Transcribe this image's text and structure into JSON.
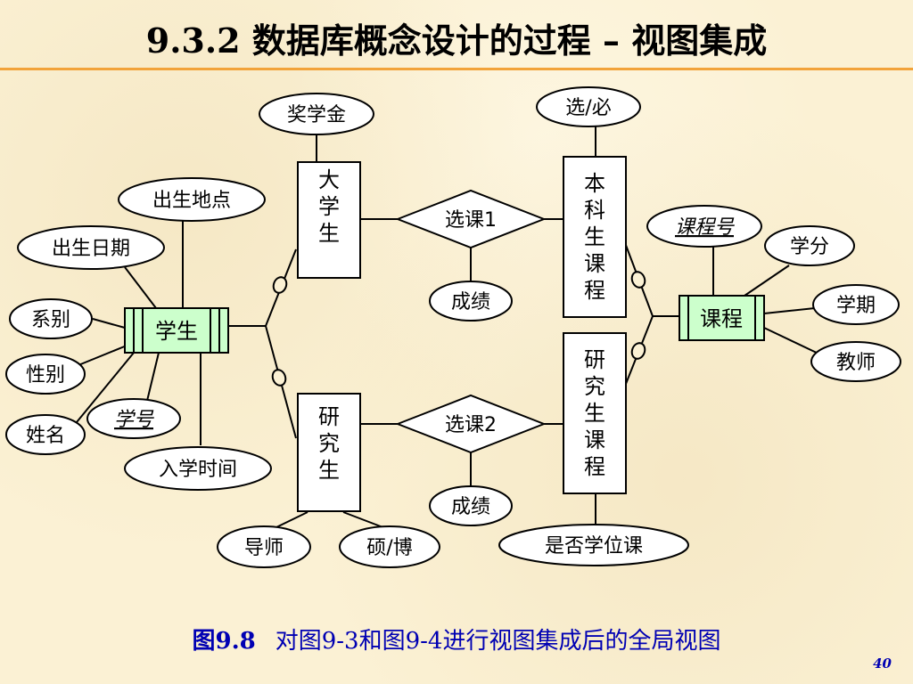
{
  "slide": {
    "title": "9.3.2  数据库概念设计的过程 – 视图集成",
    "caption_label": "图9.8",
    "caption_text": "对图9-3和图9-4进行视图集成后的全局视图",
    "page_number": "40"
  },
  "entities": {
    "student": "学生",
    "undergrad": "大学生",
    "grad": "研究生",
    "ug_course": "本科生课程",
    "grad_course": "研究生课程",
    "course": "课程"
  },
  "relationships": {
    "select1": "选课1",
    "select2": "选课2"
  },
  "attributes": {
    "birthplace": "出生地点",
    "birthdate": "出生日期",
    "department": "系别",
    "gender": "性别",
    "name": "姓名",
    "student_id": "学号",
    "enroll_time": "入学时间",
    "scholarship": "奖学金",
    "grade1": "成绩",
    "grade2": "成绩",
    "advisor": "导师",
    "degree": "硕/博",
    "elective": "选/必",
    "course_id": "课程号",
    "credit": "学分",
    "semester": "学期",
    "teacher": "教师",
    "degree_course": "是否学位课"
  },
  "colors": {
    "entity_fill": "#ccffcc",
    "key_attribute": "#cc0000",
    "caption": "#0000b3",
    "title_rule": "#f2a33a"
  }
}
